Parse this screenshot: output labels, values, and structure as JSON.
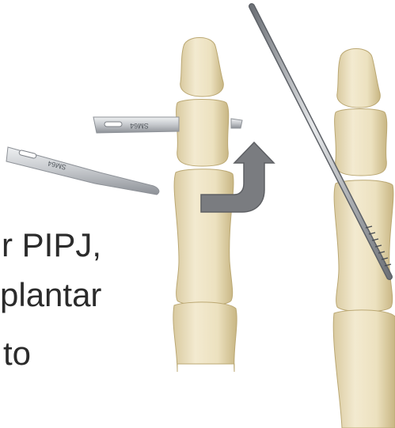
{
  "text": {
    "line1": "r PIPJ,",
    "line2": "plantar",
    "line3": "to"
  },
  "blade": {
    "model": "SM64"
  },
  "colors": {
    "bone": "#eee3c2",
    "bone_shadow": "#cdbd8e",
    "steel": "#c9cbce",
    "steel_dark": "#7c8086",
    "arrow": "#7a7c80",
    "text": "#2b2b2b"
  },
  "icons": [
    "curved-arrow-icon"
  ]
}
